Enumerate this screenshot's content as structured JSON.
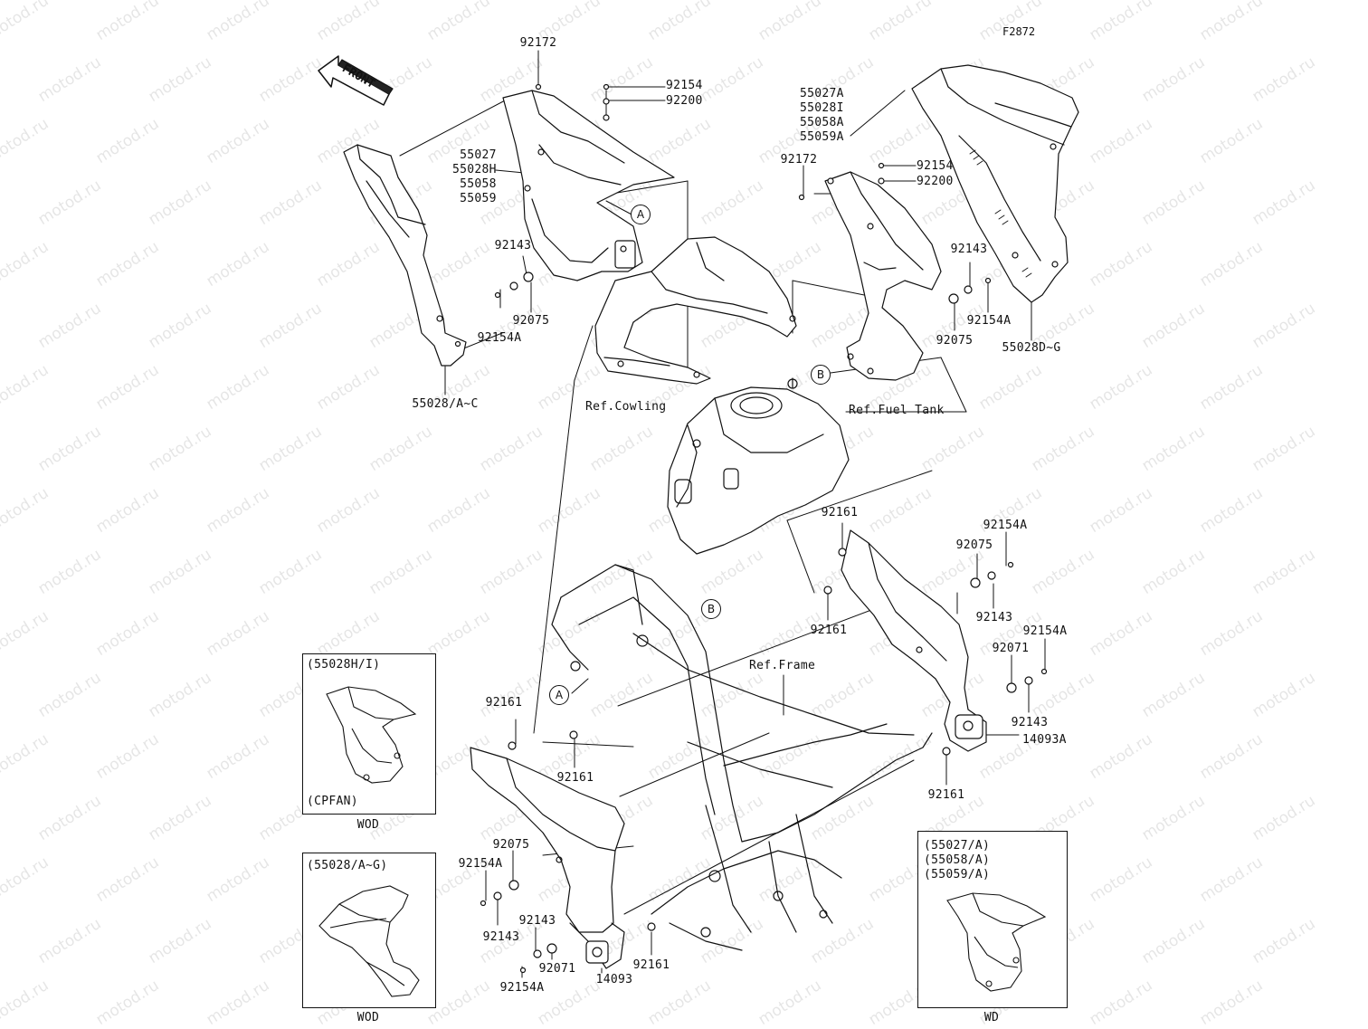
{
  "figure_code": "F2872",
  "watermark": "motod.ru",
  "front_arrow": "FRONT",
  "refs": {
    "cowling": "Ref.Cowling",
    "fuel_tank": "Ref.Fuel Tank",
    "frame": "Ref.Frame"
  },
  "markers": {
    "a": "A",
    "b": "B"
  },
  "labels": {
    "l_92172_top": "92172",
    "l_92154_top": "92154",
    "l_92200_top": "92200",
    "l_55027": "55027",
    "l_55028h": "55028H",
    "l_55058": "55058",
    "l_55059": "55059",
    "l_92143_left": "92143",
    "l_92075_left": "92075",
    "l_92154a_left": "92154A",
    "l_55028ac": "55028/A~C",
    "l_55027a": "55027A",
    "l_55028i": "55028I",
    "l_55058a": "55058A",
    "l_55059a": "55059A",
    "l_92172_right": "92172",
    "l_92154_right": "92154",
    "l_92200_right": "92200",
    "l_92143_right": "92143",
    "l_92154a_right": "92154A",
    "l_92075_right": "92075",
    "l_55028dg": "55028D~G",
    "l_92161_r1": "92161",
    "l_92154a_r2": "92154A",
    "l_92075_r2": "92075",
    "l_92161_r2": "92161",
    "l_92143_r2": "92143",
    "l_92154a_r3": "92154A",
    "l_92071_r": "92071",
    "l_92143_r3": "92143",
    "l_14093a": "14093A",
    "l_92161_r3": "92161",
    "l_92161_l1": "92161",
    "l_92161_l2": "92161",
    "l_92075_l2": "92075",
    "l_92154a_l2": "92154A",
    "l_92143_l2": "92143",
    "l_92143_l3": "92143",
    "l_92161_l3": "92161",
    "l_92071_l": "92071",
    "l_14093": "14093",
    "l_92154a_l3": "92154A"
  },
  "insets": {
    "cpfan": {
      "title": "(55028H/I)",
      "note": "(CPFAN)",
      "caption": "WOD"
    },
    "wod": {
      "title": "(55028/A~G)",
      "caption": "WOD"
    },
    "wd": {
      "title_1": "(55027/A)",
      "title_2": "(55058/A)",
      "title_3": "(55059/A)",
      "caption": "WD"
    }
  }
}
